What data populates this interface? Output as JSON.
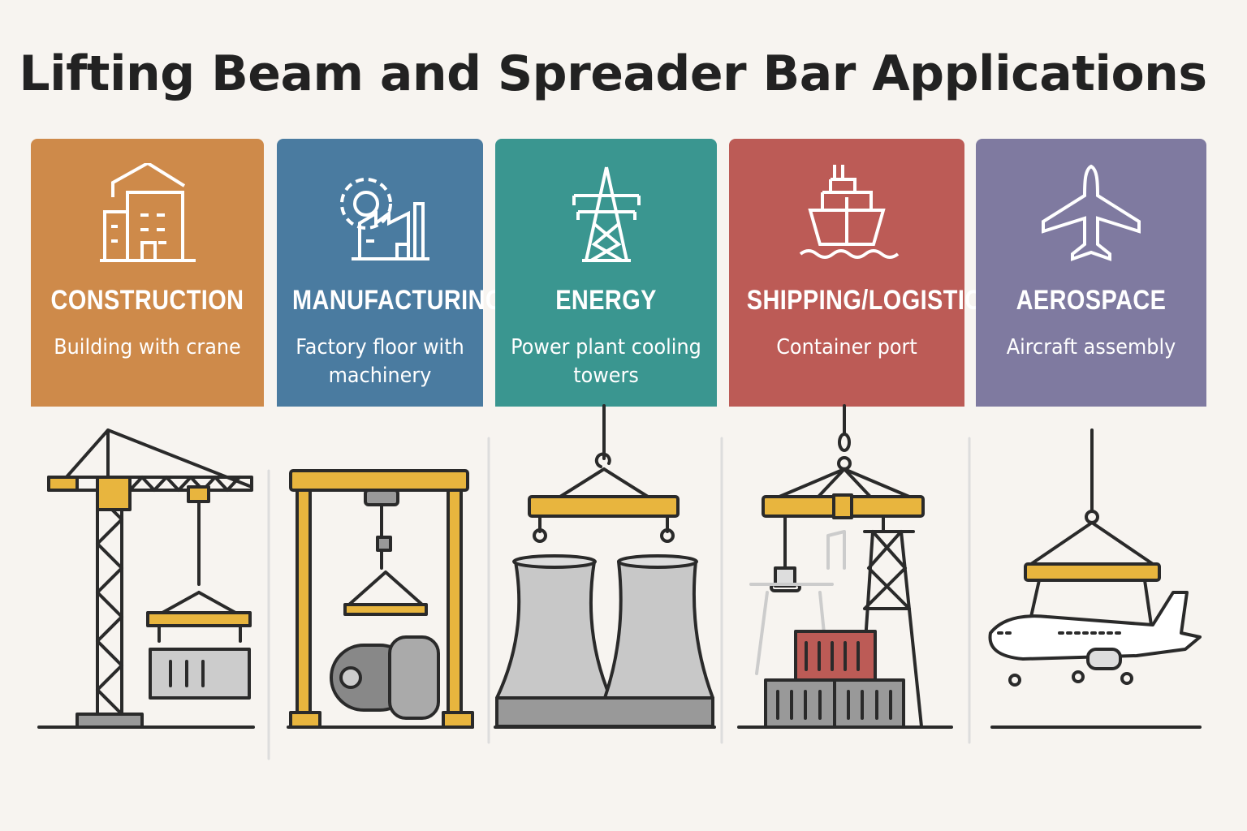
{
  "title": "Lifting Beam and Spreader Bar Applications",
  "colors": {
    "background": "#F7F4F0",
    "beam": "#E8B53E",
    "construction": "#CE8A4A",
    "manufacturing": "#4A7BA0",
    "energy": "#3A9690",
    "shipping": "#BC5B56",
    "aerospace": "#7F7AA0"
  },
  "categories": [
    {
      "name": "CONSTRUCTION",
      "description": "Building with crane",
      "icon": "building-icon"
    },
    {
      "name": "MANUFACTURING",
      "description": "Factory floor with machinery",
      "icon": "gear-factory-icon"
    },
    {
      "name": "ENERGY",
      "description": "Power plant cooling towers",
      "icon": "power-tower-icon"
    },
    {
      "name": "SHIPPING/LOGISTICS",
      "description": "Container port",
      "icon": "ship-icon"
    },
    {
      "name": "AEROSPACE",
      "description": "Aircraft assembly",
      "icon": "airplane-icon"
    }
  ]
}
